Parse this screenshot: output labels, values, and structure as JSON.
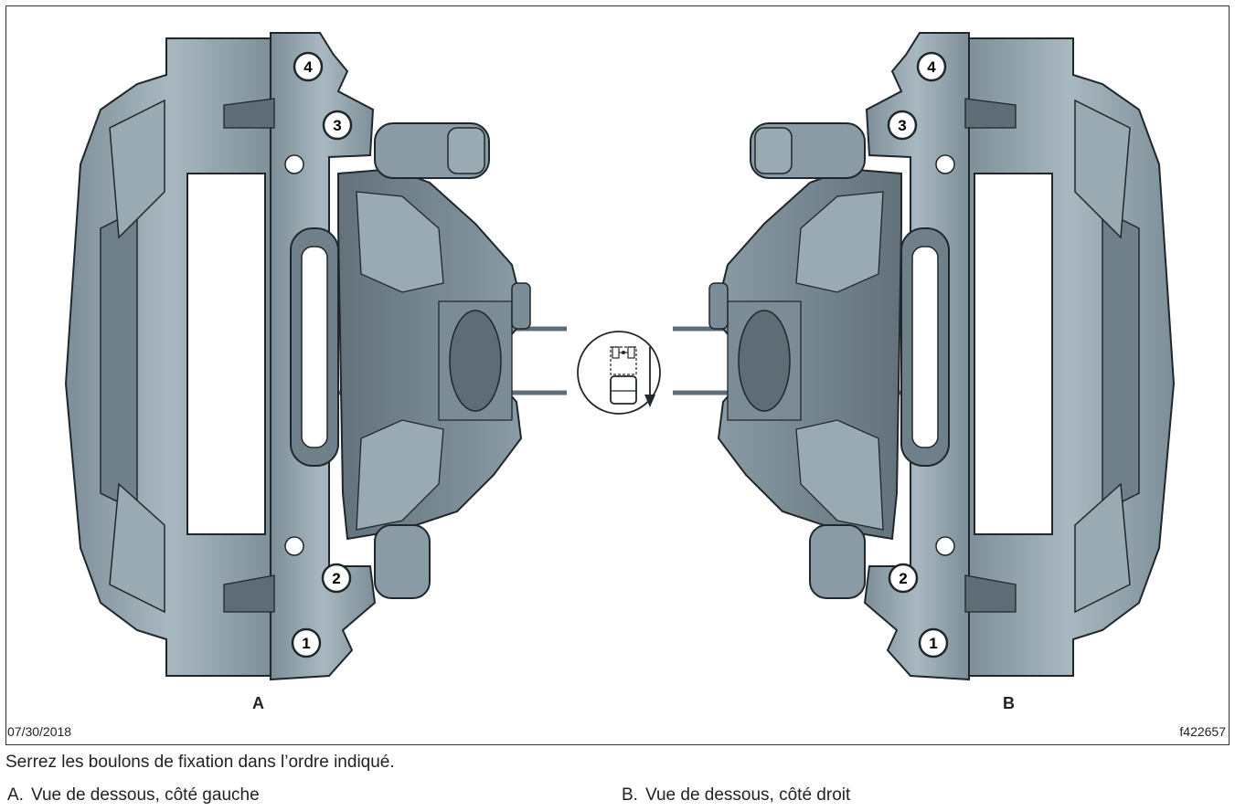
{
  "figure": {
    "view_a_label": "A",
    "view_b_label": "B",
    "date": "07/30/2018",
    "figure_id": "f422657",
    "bolt_numbers": [
      "1",
      "2",
      "3",
      "4"
    ]
  },
  "caption": "Serrez les boulons de fixation dans l’ordre indiqué.",
  "legend": [
    {
      "key": "A.",
      "text": "Vue de dessous, côté gauche"
    },
    {
      "key": "B.",
      "text": "Vue de dessous, côté droit"
    }
  ],
  "colors": {
    "caliper": "#8a9ba5",
    "caliper_light": "#a9b8c0",
    "caliper_dark": "#5d6c75",
    "outline": "#1f272c"
  }
}
